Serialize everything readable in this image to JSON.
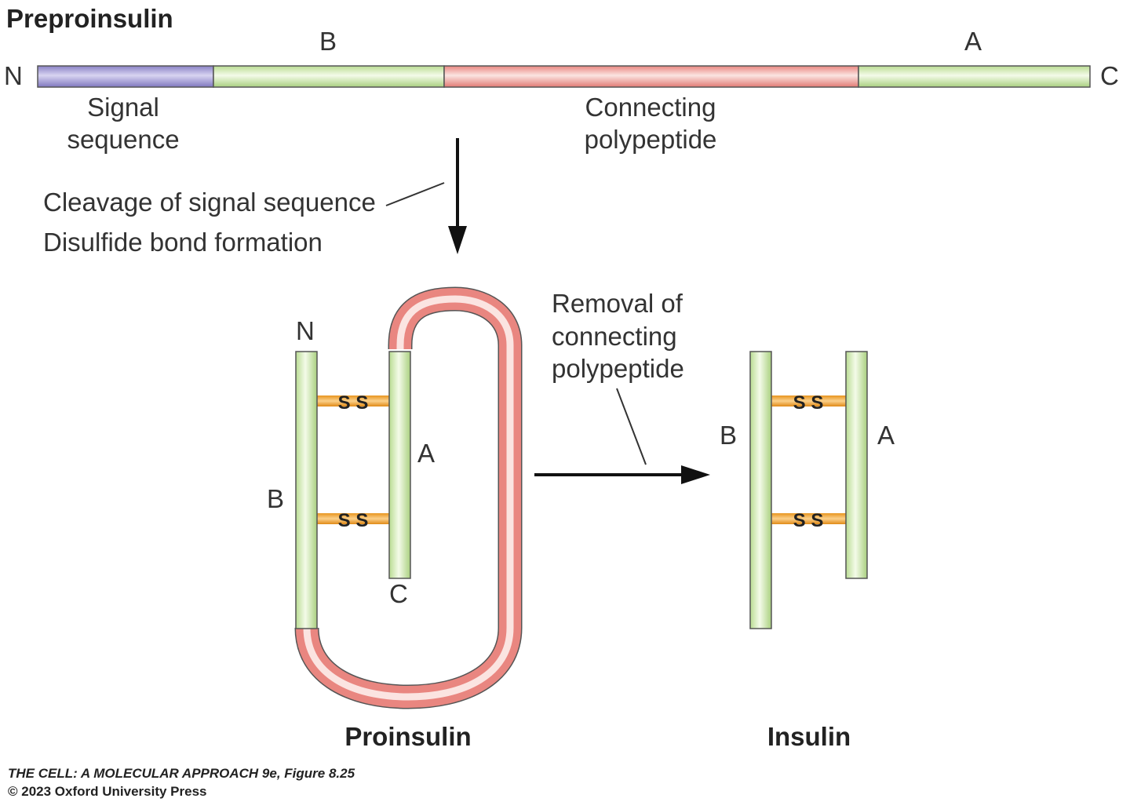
{
  "title": "Preproinsulin",
  "preproinsulin": {
    "n_label": "N",
    "c_label": "C",
    "b_label": "B",
    "a_label": "A",
    "signal_line1": "Signal",
    "signal_line2": "sequence",
    "connecting_line1": "Connecting",
    "connecting_line2": "polypeptide"
  },
  "step1": {
    "line1": "Cleavage of signal sequence",
    "line2": "Disulfide bond formation"
  },
  "proinsulin": {
    "n_label": "N",
    "c_label": "C",
    "b_label": "B",
    "a_label": "A",
    "ss_label": "S S",
    "caption": "Proinsulin"
  },
  "step2": {
    "line1": "Removal of",
    "line2": "connecting",
    "line3": "polypeptide"
  },
  "insulin": {
    "b_label": "B",
    "a_label": "A",
    "ss_label": "S S",
    "caption": "Insulin"
  },
  "credit": {
    "line1": "THE CELL: A MOLECULAR APPROACH 9e, Figure 8.25",
    "line2": "© 2023 Oxford University Press"
  },
  "colors": {
    "signal": "#9a93d0",
    "chain": "#d3ecb3",
    "connecting": "#ee9e98",
    "disulfide": "#f2a93b",
    "outline": "#555555"
  }
}
